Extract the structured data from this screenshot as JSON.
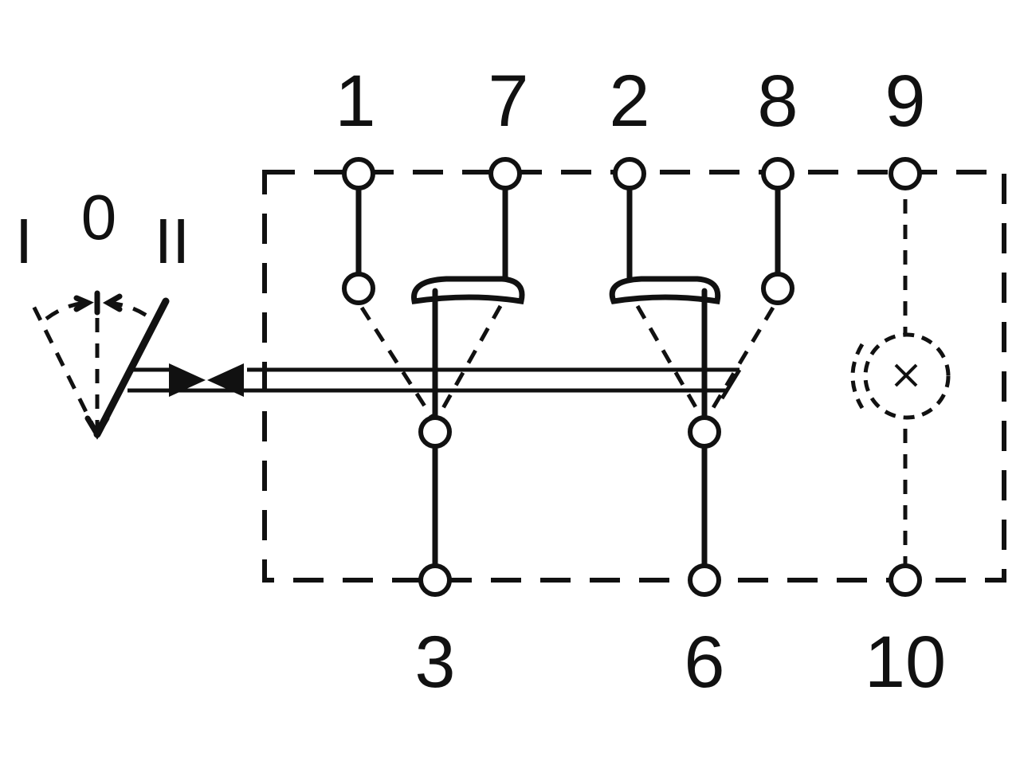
{
  "terminals": {
    "top": [
      "1",
      "7",
      "2",
      "8",
      "9"
    ],
    "bottom": [
      "3",
      "6",
      "10"
    ]
  },
  "positions": {
    "left": "I",
    "middle": "0",
    "right": "II"
  }
}
